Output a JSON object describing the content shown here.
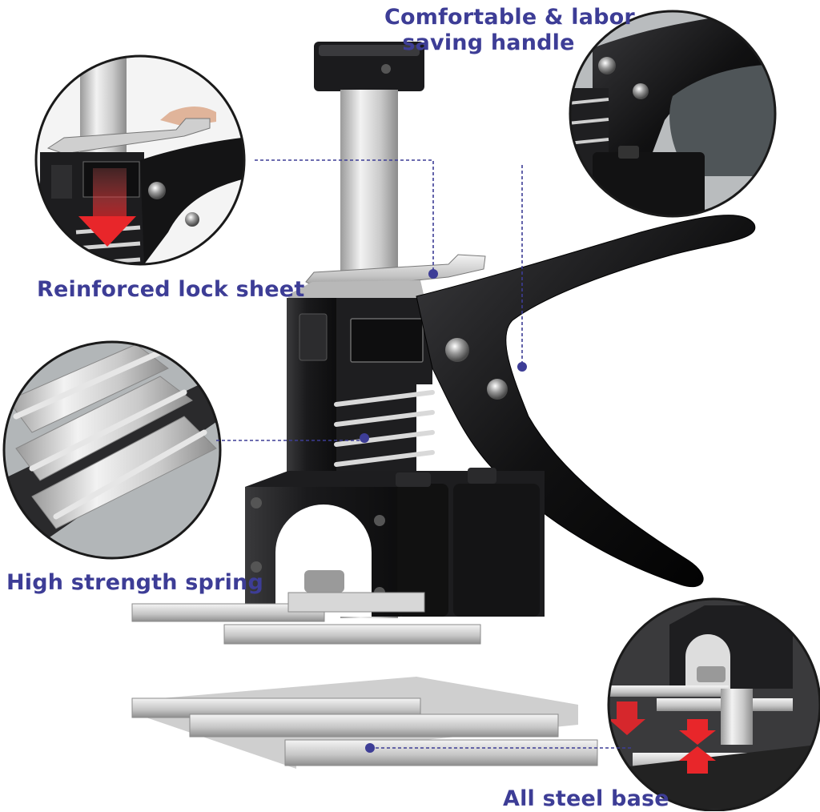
{
  "callouts": {
    "handle_line1": "Comfortable & labor",
    "handle_line2": "saving handle",
    "lock": "Reinforced lock sheet",
    "spring": "High strength spring",
    "base": "All steel base"
  },
  "colors": {
    "label": "#3d3d96",
    "leader": "#3d3d96",
    "steel": "#c8c8c8",
    "body": "#1c1c1e",
    "arrow": "#e8262a"
  }
}
